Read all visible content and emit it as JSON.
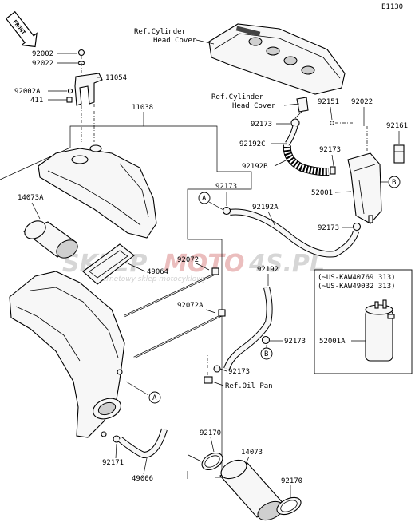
{
  "diagram_code": "E1130",
  "front_label": "FRONT",
  "watermark": {
    "main_left": "SKLEP",
    "main_mid": "MOTO",
    "main_right": "4S.PL",
    "sub": "internetowy sklep motocyklowy"
  },
  "labels": {
    "ref_cyl_head_cover_1_a": "Ref.Cylinder",
    "ref_cyl_head_cover_1_b": "Head Cover",
    "ref_cyl_head_cover_2_a": "Ref.Cylinder",
    "ref_cyl_head_cover_2_b": "Head Cover",
    "ref_oil_pan": "Ref.Oil Pan"
  },
  "parts": {
    "p92002": "92002",
    "p92022a": "92022",
    "p92002A": "92002A",
    "p411": "411",
    "p11054": "11054",
    "p11038": "11038",
    "p14073A": "14073A",
    "p49064": "49064",
    "p92072": "92072",
    "p92072A": "92072A",
    "p92173_a": "92173",
    "p92173_b": "92173",
    "p92173_c": "92173",
    "p92173_d": "92173",
    "p92173_e": "92173",
    "p92173_f": "92173",
    "p92192C": "92192C",
    "p92192B": "92192B",
    "p92192A": "92192A",
    "p92192": "92192",
    "p92151": "92151",
    "p92022b": "92022",
    "p92161": "92161",
    "p52001": "52001",
    "p52001A": "52001A",
    "p92171": "92171",
    "p49006": "49006",
    "p92170_a": "92170",
    "p92170_b": "92170",
    "p14073": "14073"
  },
  "callouts": {
    "A1": "A",
    "A2": "A",
    "B1": "B",
    "B2": "B"
  },
  "variant_box": {
    "line1": "(~US-KAW40769 313)",
    "line2": "(~US-KAW49032 313)"
  }
}
